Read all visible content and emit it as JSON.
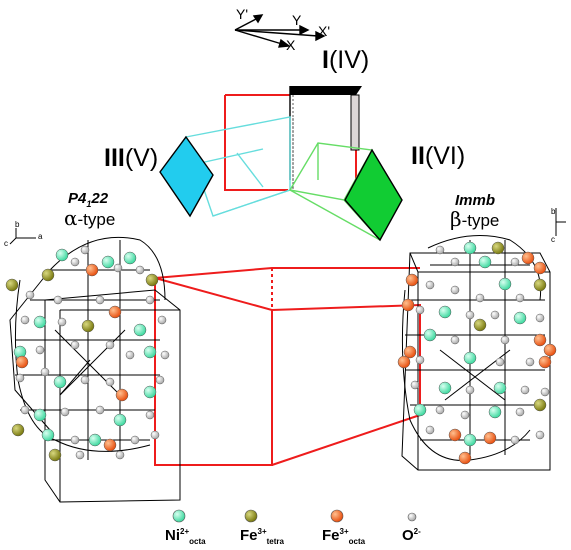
{
  "axes_top": {
    "y_prime": "Y'",
    "y": "Y",
    "x_prime": "X'",
    "x": "X"
  },
  "domain_labels": {
    "d1_roman": "I",
    "d1_paren": "(IV)",
    "d2_roman": "II",
    "d2_paren": "(VI)",
    "d3_roman": "III",
    "d3_paren": "(V)"
  },
  "left_structure": {
    "space_group_prefix": "P4",
    "space_group_sub": "1",
    "space_group_suffix": "22",
    "greek": "α",
    "type_label": "-type",
    "axis_b": "b",
    "axis_a": "a",
    "axis_c": "c"
  },
  "right_structure": {
    "space_group": "Immb",
    "greek": "β",
    "type_label": "-type",
    "axis_b": "b",
    "axis_c": "c"
  },
  "legend": [
    {
      "ion": "Ni",
      "charge": "2+",
      "site": "octa",
      "color": "#5fe3b0"
    },
    {
      "ion": "Fe",
      "charge": "3+",
      "site": "tetra",
      "color": "#8a8a14"
    },
    {
      "ion": "Fe",
      "charge": "3+",
      "site": "octa",
      "color": "#f2641a"
    },
    {
      "ion": "O",
      "charge": "2-",
      "site": "",
      "color": "#bdbdbd"
    }
  ],
  "colors": {
    "cell_red": "#ee1c1c",
    "cyan_face": "#22ccee",
    "cyan_edge": "#66dddd",
    "green_face": "#11cc33",
    "green_edge": "#66dd66"
  }
}
